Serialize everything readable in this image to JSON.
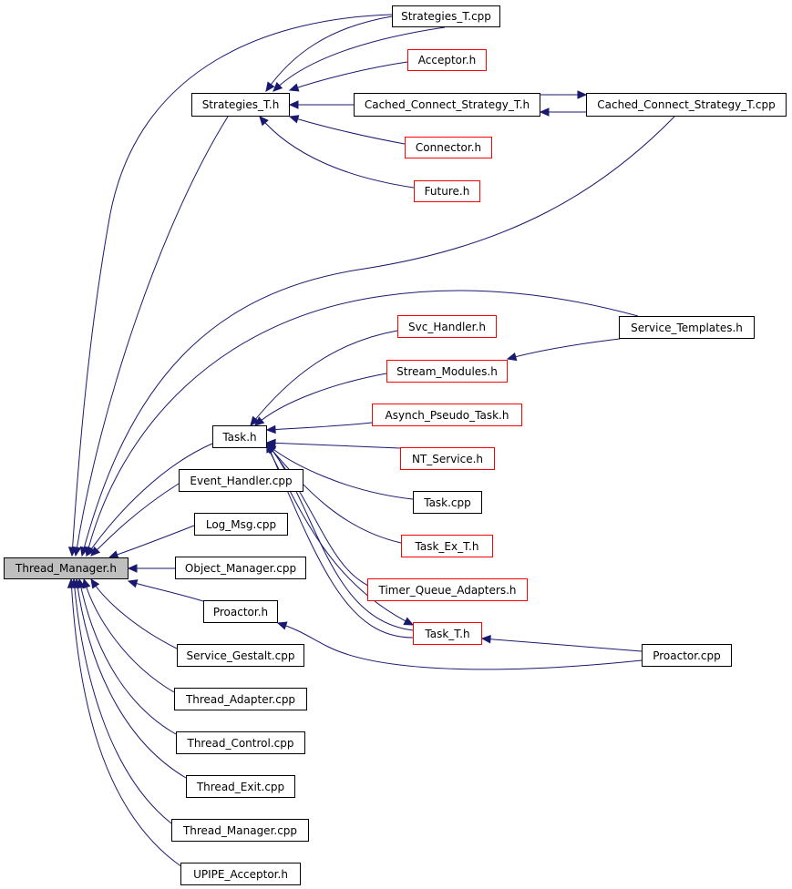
{
  "graph": {
    "root": "Thread_Manager.h",
    "nodes": {
      "thread_manager_h": "Thread_Manager.h",
      "strategies_t_h": "Strategies_T.h",
      "strategies_t_cpp": "Strategies_T.cpp",
      "acceptor_h": "Acceptor.h",
      "cached_connect_strategy_t_h": "Cached_Connect_Strategy_T.h",
      "cached_connect_strategy_t_cpp": "Cached_Connect_Strategy_T.cpp",
      "connector_h": "Connector.h",
      "future_h": "Future.h",
      "service_templates_h": "Service_Templates.h",
      "svc_handler_h": "Svc_Handler.h",
      "stream_modules_h": "Stream_Modules.h",
      "asynch_pseudo_task_h": "Asynch_Pseudo_Task.h",
      "task_h": "Task.h",
      "nt_service_h": "NT_Service.h",
      "task_cpp": "Task.cpp",
      "task_ex_t_h": "Task_Ex_T.h",
      "timer_queue_adapters_h": "Timer_Queue_Adapters.h",
      "task_t_h": "Task_T.h",
      "proactor_cpp": "Proactor.cpp",
      "proactor_h": "Proactor.h",
      "event_handler_cpp": "Event_Handler.cpp",
      "log_msg_cpp": "Log_Msg.cpp",
      "object_manager_cpp": "Object_Manager.cpp",
      "service_gestalt_cpp": "Service_Gestalt.cpp",
      "thread_adapter_cpp": "Thread_Adapter.cpp",
      "thread_control_cpp": "Thread_Control.cpp",
      "thread_exit_cpp": "Thread_Exit.cpp",
      "thread_manager_cpp": "Thread_Manager.cpp",
      "upipe_acceptor_h": "UPIPE_Acceptor.h"
    },
    "colors": {
      "edge": "#191970",
      "node_border": "#000000",
      "truncated_node_border": "#ff0000",
      "root_fill": "#bfbfbf"
    }
  }
}
